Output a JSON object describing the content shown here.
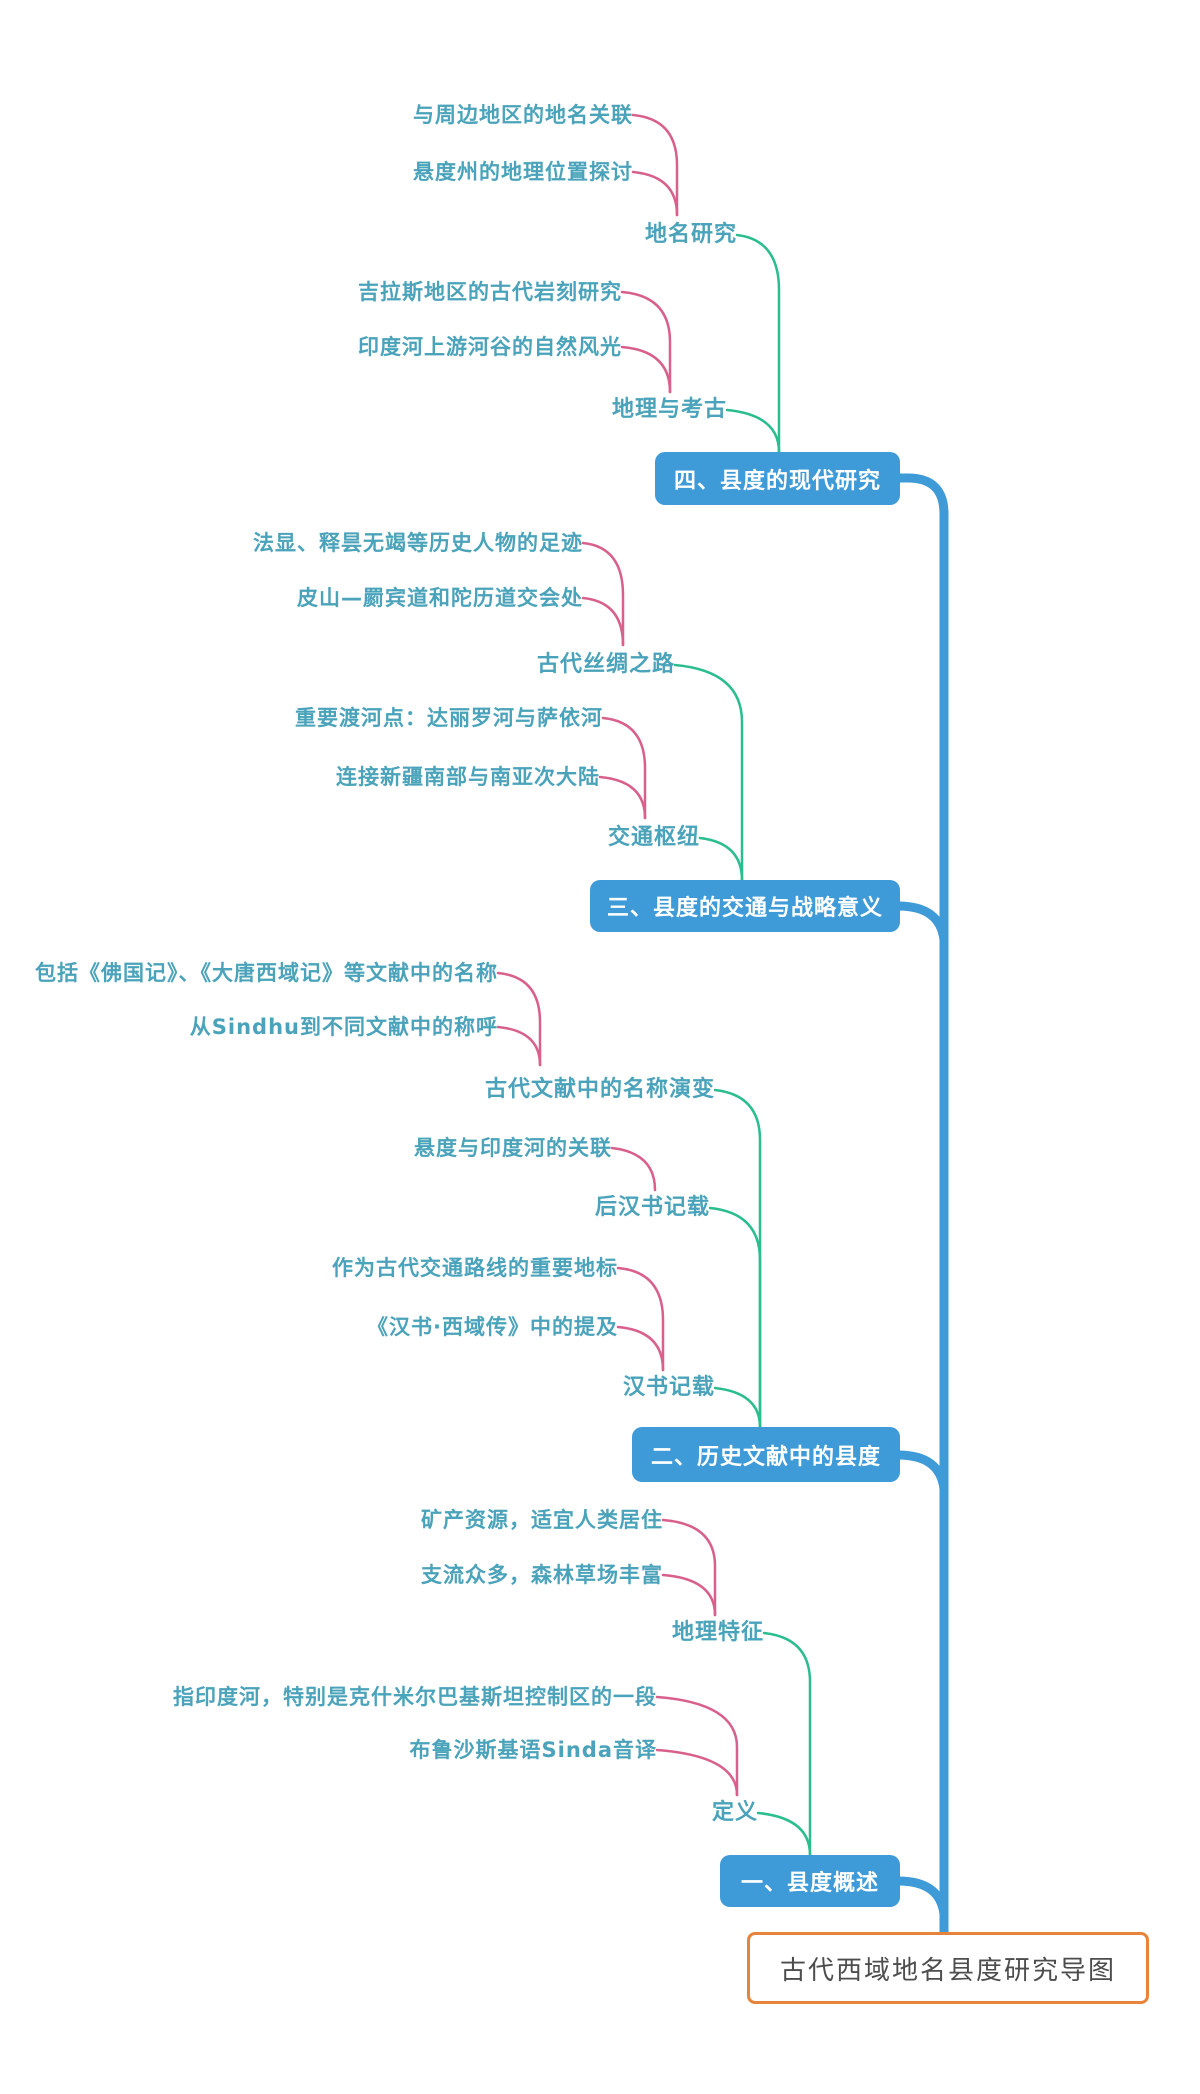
{
  "root": {
    "label": "古代西域地名县度研究导图"
  },
  "branches": [
    {
      "label": "四、县度的现代研究",
      "subtopics": [
        {
          "label": "地名研究",
          "leaves": [
            "与周边地区的地名关联",
            "悬度州的地理位置探讨"
          ]
        },
        {
          "label": "地理与考古",
          "leaves": [
            "吉拉斯地区的古代岩刻研究",
            "印度河上游河谷的自然风光"
          ]
        }
      ]
    },
    {
      "label": "三、县度的交通与战略意义",
      "subtopics": [
        {
          "label": "古代丝绸之路",
          "leaves": [
            "法显、释昙无竭等历史人物的足迹",
            "皮山—罽宾道和陀历道交会处"
          ]
        },
        {
          "label": "交通枢纽",
          "leaves": [
            "重要渡河点：达丽罗河与萨依河",
            "连接新疆南部与南亚次大陆"
          ]
        }
      ]
    },
    {
      "label": "二、历史文献中的县度",
      "subtopics": [
        {
          "label": "古代文献中的名称演变",
          "leaves": [
            "包括《佛国记》、《大唐西域记》等文献中的名称",
            "从Sindhu到不同文献中的称呼"
          ]
        },
        {
          "label": "后汉书记载",
          "leaves": [
            "悬度与印度河的关联"
          ]
        },
        {
          "label": "汉书记载",
          "leaves": [
            "作为古代交通路线的重要地标",
            "《汉书·西域传》中的提及"
          ]
        }
      ]
    },
    {
      "label": "一、县度概述",
      "subtopics": [
        {
          "label": "地理特征",
          "leaves": [
            "矿产资源，适宜人类居住",
            "支流众多，森林草场丰富"
          ]
        },
        {
          "label": "定义",
          "leaves": [
            "指印度河，特别是克什米尔巴基斯坦控制区的一段",
            "布鲁沙斯基语Sinda音译"
          ]
        }
      ]
    }
  ],
  "colors": {
    "background": "#FFFFFF",
    "branch_box_bg": "#3E9BD8",
    "branch_box_text": "#FFFFFF",
    "node_text": "#4AA3BA",
    "leaf_connector": "#D8608C",
    "subtopic_connector": "#2BBD8E",
    "trunk": "#3E9BD8",
    "root_border": "#E8833C",
    "root_text": "#4D4D4D"
  }
}
